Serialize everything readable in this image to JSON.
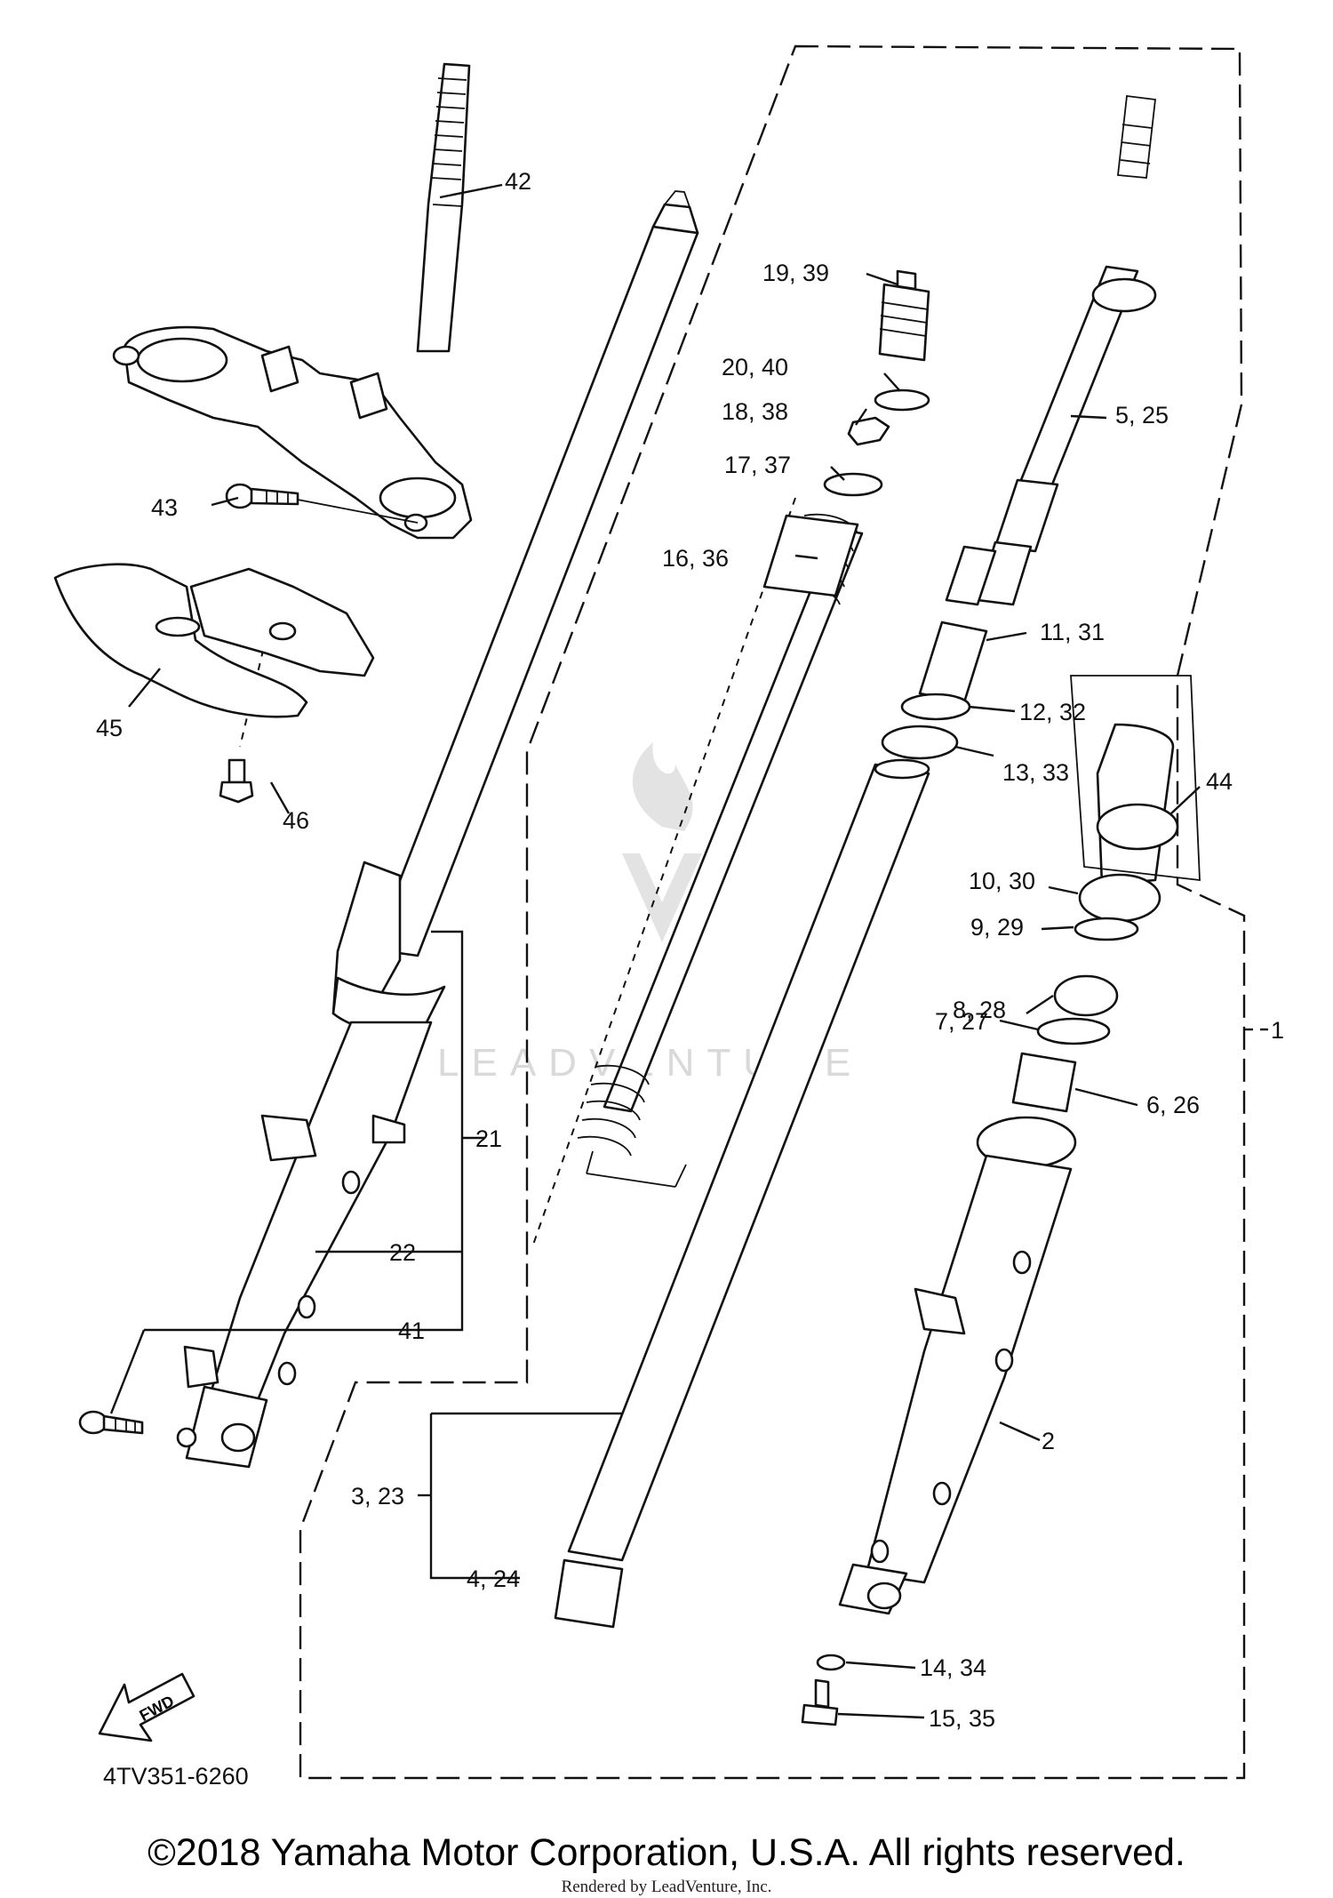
{
  "diagram_code": "4TV351-6260",
  "callouts": {
    "c42": "42",
    "c43": "43",
    "c45": "45",
    "c46": "46",
    "c19_39": "19, 39",
    "c20_40": "20, 40",
    "c18_38": "18, 38",
    "c17_37": "17, 37",
    "c16_36": "16, 36",
    "c5_25": "5, 25",
    "c11_31": "11, 31",
    "c12_32": "12, 32",
    "c13_33": "13, 33",
    "c44": "44",
    "c10_30": "10, 30",
    "c9_29": "9, 29",
    "c8_28": "8, 28",
    "c7_27": "7, 27",
    "c1": "1",
    "c6_26": "6, 26",
    "c21": "21",
    "c22": "22",
    "c41": "41",
    "c2": "2",
    "c3_23": "3, 23",
    "c4_24": "4, 24",
    "c14_34": "14, 34",
    "c15_35": "15, 35"
  },
  "fwd_label": "FWD",
  "watermark_text": "LEADVENTURE",
  "copyright": "©2018 Yamaha Motor Corporation, U.S.A. All rights reserved.",
  "rendered_by": "Rendered by LeadVenture, Inc."
}
